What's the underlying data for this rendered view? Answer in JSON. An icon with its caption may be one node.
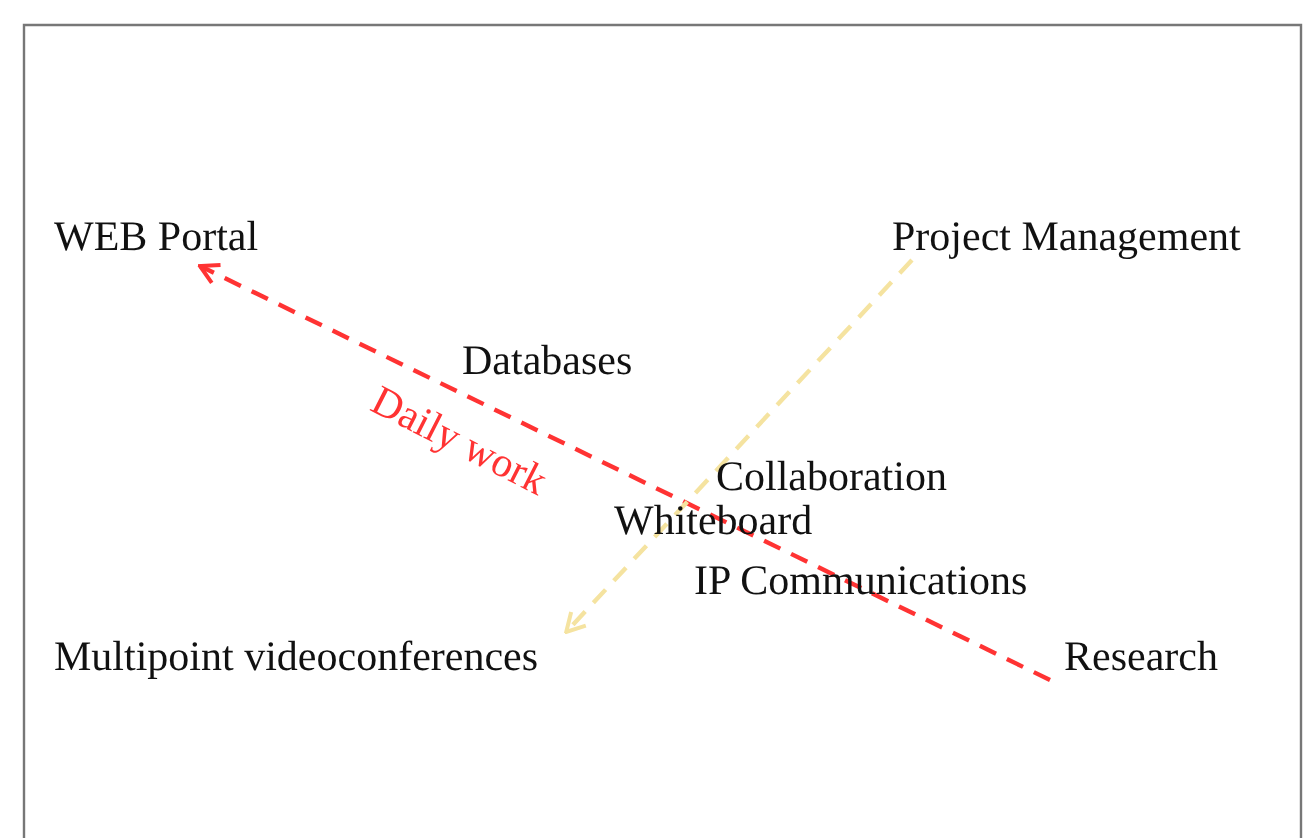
{
  "diagram": {
    "nodes": [
      {
        "text": [
          "WEB Portal"
        ]
      },
      {
        "text": [
          "Project Management"
        ]
      },
      {
        "text": [
          "Multipoint videoconferences"
        ]
      },
      {
        "text": [
          "Research"
        ]
      }
    ],
    "edges": [
      {
        "from": 3,
        "to": 0,
        "arrow": "to",
        "label": "Daily work",
        "style": "dashed",
        "color": "#ff3333"
      },
      {
        "from": 1,
        "to": 2,
        "arrow": "to",
        "style": "dashed",
        "color": "#f5e3a0"
      }
    ],
    "labels": [
      "Databases",
      "Collaboration",
      "Whiteboard",
      "IP Communications"
    ]
  }
}
